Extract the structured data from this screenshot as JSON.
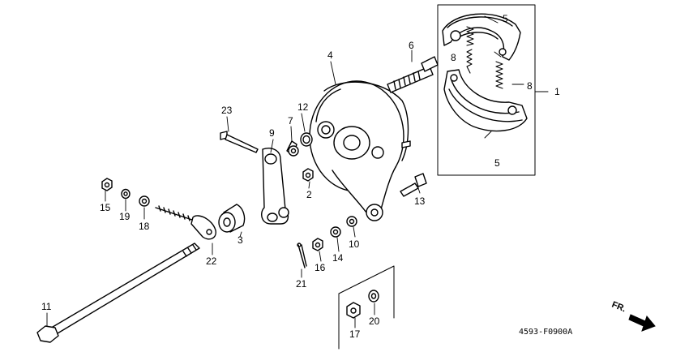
{
  "diagram": {
    "callouts": [
      {
        "id": "c1",
        "label": "1"
      },
      {
        "id": "c2",
        "label": "2"
      },
      {
        "id": "c3",
        "label": "3"
      },
      {
        "id": "c4",
        "label": "4"
      },
      {
        "id": "c5a",
        "label": "5"
      },
      {
        "id": "c5b",
        "label": "5"
      },
      {
        "id": "c6",
        "label": "6"
      },
      {
        "id": "c7",
        "label": "7"
      },
      {
        "id": "c8a",
        "label": "8"
      },
      {
        "id": "c8b",
        "label": "8"
      },
      {
        "id": "c9",
        "label": "9"
      },
      {
        "id": "c10",
        "label": "10"
      },
      {
        "id": "c11",
        "label": "11"
      },
      {
        "id": "c12",
        "label": "12"
      },
      {
        "id": "c13",
        "label": "13"
      },
      {
        "id": "c14",
        "label": "14"
      },
      {
        "id": "c15",
        "label": "15"
      },
      {
        "id": "c16",
        "label": "16"
      },
      {
        "id": "c17",
        "label": "17"
      },
      {
        "id": "c18",
        "label": "18"
      },
      {
        "id": "c19",
        "label": "19"
      },
      {
        "id": "c20",
        "label": "20"
      },
      {
        "id": "c21",
        "label": "21"
      },
      {
        "id": "c22",
        "label": "22"
      },
      {
        "id": "c23",
        "label": "23"
      }
    ],
    "drawing_code": "4593-F0900A",
    "direction_label": "FR."
  }
}
